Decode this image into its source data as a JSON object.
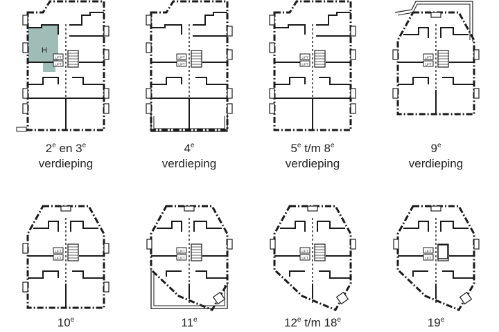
{
  "floors": [
    {
      "id": "f2-3",
      "line1": [
        {
          "t": "2"
        },
        {
          "s": "e"
        },
        {
          "t": " en 3"
        },
        {
          "s": "e"
        }
      ],
      "line2": "verdieping"
    },
    {
      "id": "f4",
      "line1": [
        {
          "t": "4"
        },
        {
          "s": "e"
        }
      ],
      "line2": "verdieping"
    },
    {
      "id": "f5-8",
      "line1": [
        {
          "t": "5"
        },
        {
          "s": "e"
        },
        {
          "t": " t/m 8"
        },
        {
          "s": "e"
        }
      ],
      "line2": "verdieping"
    },
    {
      "id": "f9",
      "line1": [
        {
          "t": "9"
        },
        {
          "s": "e"
        }
      ],
      "line2": "verdieping"
    },
    {
      "id": "f10",
      "line1": [
        {
          "t": "10"
        },
        {
          "s": "e"
        }
      ],
      "line2": ""
    },
    {
      "id": "f11",
      "line1": [
        {
          "t": "11"
        },
        {
          "s": "e"
        }
      ],
      "line2": ""
    },
    {
      "id": "f12-18",
      "line1": [
        {
          "t": "12"
        },
        {
          "s": "e"
        },
        {
          "t": " t/m 18"
        },
        {
          "s": "e"
        }
      ],
      "line2": ""
    },
    {
      "id": "f19",
      "line1": [
        {
          "t": "19"
        },
        {
          "s": "e"
        }
      ],
      "line2": ""
    }
  ],
  "lift_label": "LIFT",
  "highlight_unit_label": "H",
  "colors": {
    "highlight": "#9fbcb6",
    "line": "#1a1a1a"
  }
}
